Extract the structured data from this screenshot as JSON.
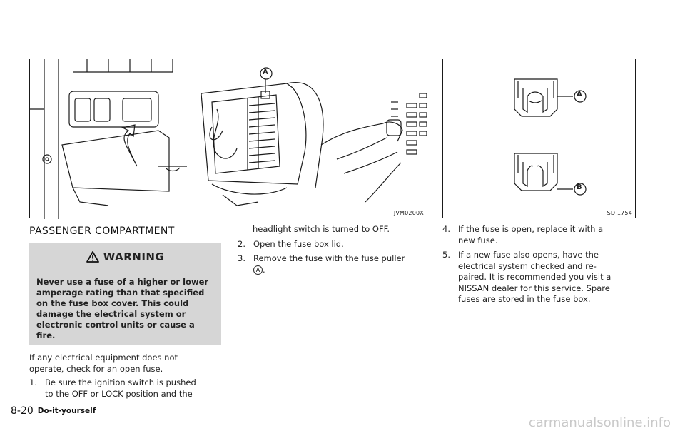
{
  "figure_left": {
    "code": "JVM0200X",
    "callout": "A"
  },
  "figure_right": {
    "code": "SDI1754",
    "callout_a": "A",
    "callout_b": "B"
  },
  "section_heading": "PASSENGER COMPARTMENT",
  "warning": {
    "title": "WARNING",
    "lines": [
      "Never use a fuse of a higher or lower",
      "amperage rating than that specified",
      "on the fuse box cover. This could",
      "damage the electrical system or",
      "electronic control units or cause a",
      "fire."
    ]
  },
  "intro": [
    "If any electrical equipment does not",
    "operate, check for an open fuse."
  ],
  "steps": {
    "s1": {
      "num": "1.",
      "lines": [
        "Be sure the ignition switch is pushed",
        "to the OFF or LOCK position and the"
      ]
    },
    "s1_cont": "headlight switch is turned to OFF.",
    "s2": {
      "num": "2.",
      "text": "Open the fuse box lid."
    },
    "s3": {
      "num": "3.",
      "line1": "Remove the fuse with the fuse puller",
      "callout": "A",
      "end": "."
    },
    "s4": {
      "num": "4.",
      "lines": [
        "If the fuse is open, replace it with a",
        "new fuse."
      ]
    },
    "s5": {
      "num": "5.",
      "lines": [
        "If a new fuse also opens, have the",
        "electrical system checked and re-",
        "paired. It is recommended you visit a",
        "NISSAN dealer for this service. Spare",
        "fuses are stored in the fuse box."
      ]
    }
  },
  "footer": {
    "page": "8-20",
    "section": "Do-it-yourself"
  },
  "watermark": "carmanualsonline.info",
  "icons": {
    "warning": "warning-triangle-icon"
  }
}
